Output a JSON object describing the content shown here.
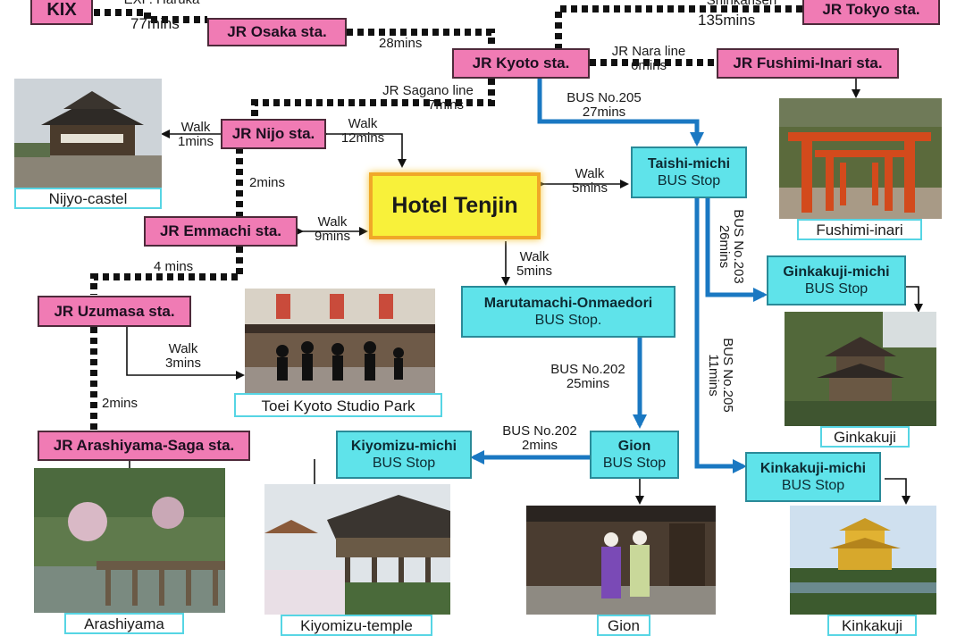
{
  "stations": {
    "kix": "KIX",
    "jr_osaka": "JR Osaka sta.",
    "jr_tokyo": "JR Tokyo sta.",
    "jr_kyoto": "JR Kyoto sta.",
    "jr_fushimi_inari": "JR Fushimi-Inari sta.",
    "jr_nijo": "JR Nijo sta.",
    "jr_emmachi": "JR Emmachi sta.",
    "jr_uzumasa": "JR Uzumasa sta.",
    "jr_arashiyama_saga": "JR Arashiyama-Saga sta."
  },
  "hotel": "Hotel Tenjin",
  "bus_stops": {
    "taishi_michi": {
      "name": "Taishi-michi",
      "sub": "BUS Stop"
    },
    "marutamachi": {
      "name": "Marutamachi-Onmaedori",
      "sub": "BUS Stop."
    },
    "ginkakuji_michi": {
      "name": "Ginkakuji-michi",
      "sub": "BUS Stop"
    },
    "gion": {
      "name": "Gion",
      "sub": "BUS Stop"
    },
    "kiyomizu_michi": {
      "name": "Kiyomizu-michi",
      "sub": "BUS Stop"
    },
    "kinkakuji_michi": {
      "name": "Kinkakuji-michi",
      "sub": "BUS Stop"
    }
  },
  "routes": {
    "kix_osaka": {
      "line": "EXP. Haruka",
      "time": "77mins"
    },
    "osaka_kyoto": {
      "time": "28mins"
    },
    "tokyo_kyoto": {
      "line": "Shinkansen",
      "time": "135mins"
    },
    "kyoto_fushimi": {
      "line": "JR Nara line",
      "time": "6mins"
    },
    "kyoto_nijo": {
      "line": "JR Sagano line",
      "time": "7mins"
    },
    "kyoto_taishi": {
      "line": "BUS No.205",
      "time": "27mins"
    },
    "nijo_castle": {
      "mode": "Walk",
      "time": "1mins"
    },
    "nijo_hotel": {
      "mode": "Walk",
      "time": "12mins"
    },
    "nijo_emmachi": {
      "time": "2mins"
    },
    "emmachi_hotel": {
      "mode": "Walk",
      "time": "9mins"
    },
    "hotel_taishi": {
      "mode": "Walk",
      "time": "5mins"
    },
    "hotel_marutamachi": {
      "mode": "Walk",
      "time": "5mins"
    },
    "emmachi_uzumasa": {
      "time": "4 mins"
    },
    "uzumasa_studio": {
      "mode": "Walk",
      "time": "3mins"
    },
    "uzumasa_arashiyama": {
      "time": "2mins"
    },
    "taishi_ginkakuji": {
      "line": "BUS No.203",
      "time": "26mins"
    },
    "taishi_kinkakuji": {
      "line": "BUS No.205",
      "time": "11mins"
    },
    "marutamachi_gion": {
      "line": "BUS No.202",
      "time": "25mins"
    },
    "gion_kiyomizu": {
      "line": "BUS No.202",
      "time": "2mins"
    }
  },
  "sights": {
    "nijyo_castel": "Nijyo-castel",
    "fushimi_inari": "Fushimi-inari",
    "toei": "Toei Kyoto Studio Park",
    "ginkakuji": "Ginkakuji",
    "arashiyama": "Arashiyama",
    "kiyomizu": "Kiyomizu-temple",
    "gion": "Gion",
    "kinkakuji": "Kinkakuji"
  },
  "colors": {
    "station_fill": "#f07bb4",
    "bus_stop_fill": "#5fe3ea",
    "hotel_fill": "#f8f13a",
    "bus_route": "#1a78c2",
    "rail_route": "#111111"
  }
}
